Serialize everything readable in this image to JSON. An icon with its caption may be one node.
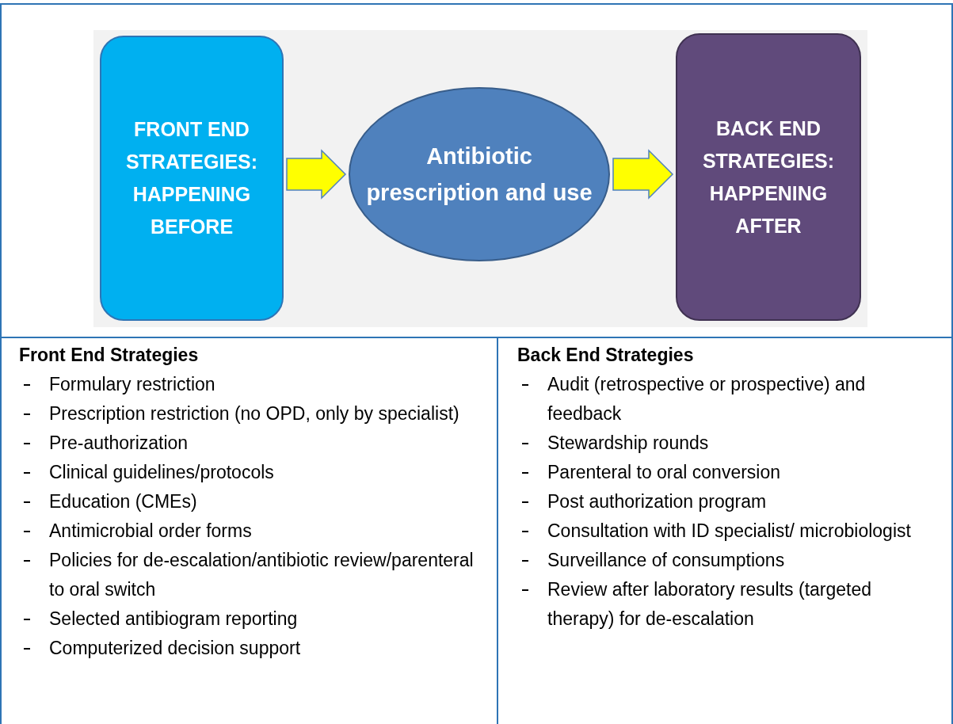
{
  "diagram": {
    "nodes": [
      {
        "text": [
          "FRONT END STRATEGIES: HAPPENING BEFORE"
        ]
      },
      {
        "text": [
          "Antibiotic prescription and use"
        ]
      },
      {
        "text": [
          "BACK END STRATEGIES: HAPPENING AFTER"
        ]
      },
      {
        "text": [
          "Front End Strategies",
          "Formulary restriction",
          "Prescription restriction (no OPD, only by specialist)",
          "Pre-authorization",
          "Clinical guidelines/protocols",
          "Education (CMEs)",
          "Antimicrobial order forms",
          "Policies for de-escalation/antibiotic review/parenteral to oral switch",
          "Selected antibiogram reporting",
          "Computerized decision support"
        ]
      },
      {
        "text": [
          "Back End Strategies",
          "Audit (retrospective or prospective) and feedback",
          "Stewardship rounds",
          "Parenteral to oral conversion",
          "Post authorization program",
          "Consultation with ID specialist/ microbiologist",
          "Surveillance of consumptions",
          "Review after laboratory results (targeted therapy) for de-escalation"
        ]
      }
    ],
    "edges": [
      {
        "from": 0,
        "to": 1,
        "arrow": "to"
      },
      {
        "from": 1,
        "to": 2,
        "arrow": "to"
      }
    ]
  }
}
